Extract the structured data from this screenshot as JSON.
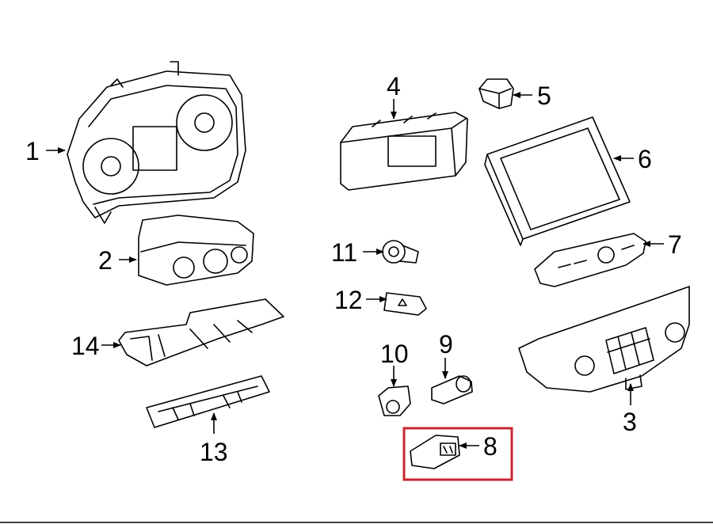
{
  "callouts": [
    {
      "id": "1",
      "label": "1"
    },
    {
      "id": "2",
      "label": "2"
    },
    {
      "id": "3",
      "label": "3"
    },
    {
      "id": "4",
      "label": "4"
    },
    {
      "id": "5",
      "label": "5"
    },
    {
      "id": "6",
      "label": "6"
    },
    {
      "id": "7",
      "label": "7"
    },
    {
      "id": "8",
      "label": "8"
    },
    {
      "id": "9",
      "label": "9"
    },
    {
      "id": "10",
      "label": "10"
    },
    {
      "id": "11",
      "label": "11"
    },
    {
      "id": "12",
      "label": "12"
    },
    {
      "id": "13",
      "label": "13"
    },
    {
      "id": "14",
      "label": "14"
    }
  ],
  "highlight": {
    "target": "8",
    "color": "#c8262f"
  }
}
